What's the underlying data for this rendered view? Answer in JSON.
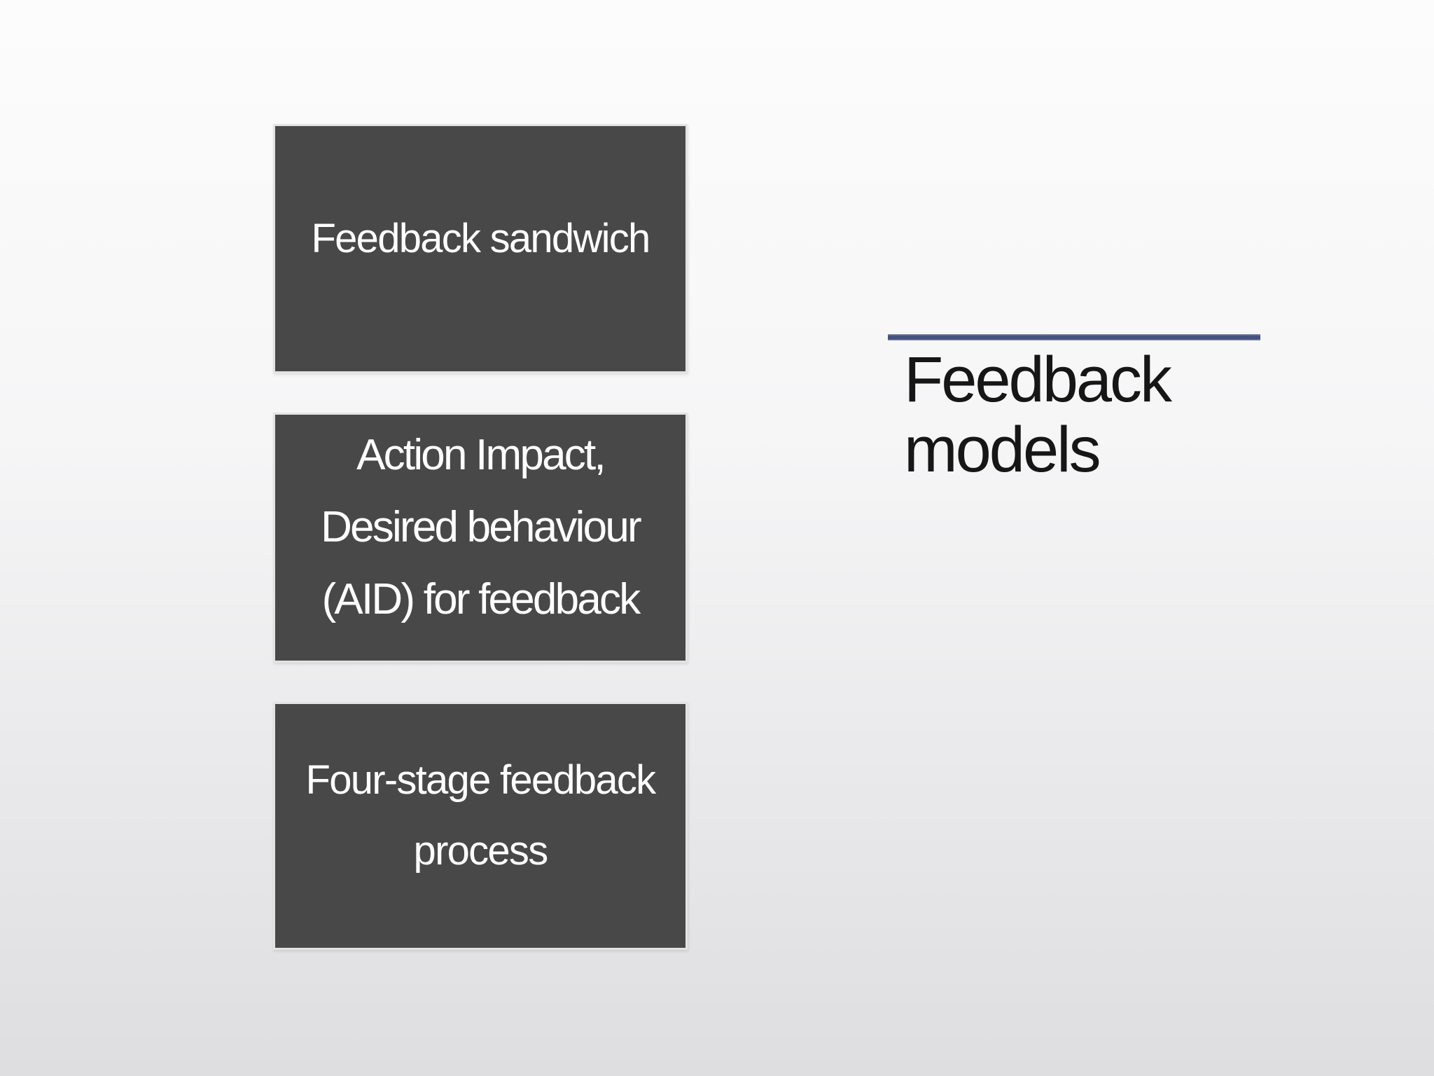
{
  "slide": {
    "title": {
      "text": "Feedback models"
    },
    "diagram": {
      "boxes": [
        {
          "label": "Feedback sandwich"
        },
        {
          "label": "Action Impact, Desired behaviour (AID) for feedback"
        },
        {
          "label": "Four-stage feedback process"
        }
      ]
    },
    "colors": {
      "bg_top": "#fcfcfc",
      "bg_bottom": "#dedee0",
      "box_fill": "#484848",
      "box_border": "#e3e3e3",
      "box_text": "#ffffff",
      "divider": "#44507d",
      "title_text": "#161616"
    }
  }
}
